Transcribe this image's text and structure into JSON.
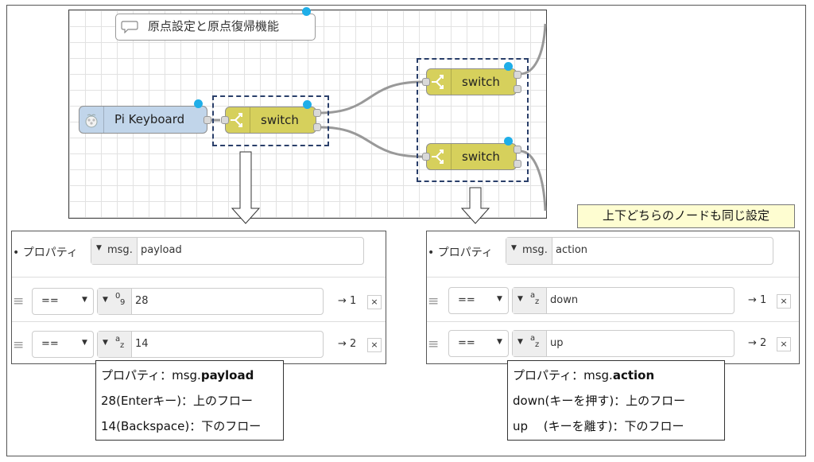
{
  "flow": {
    "comment": "原点設定と原点復帰機能",
    "input_node_label": "Pi Keyboard",
    "switch_label": "switch"
  },
  "callout": "上下どちらのノードも同じ設定",
  "left_panel": {
    "property_label": "プロパティ",
    "msg_prefix": "msg.",
    "property_value": "payload",
    "rules": [
      {
        "op": "==",
        "type_glyph": "0",
        "type_sub": "9",
        "value": "28",
        "output": "→ 1"
      },
      {
        "op": "==",
        "type_glyph": "a",
        "type_sub": "z",
        "value": "14",
        "output": "→ 2"
      }
    ],
    "note": {
      "line1_prefix": "プロパティ：msg.",
      "line1_bold": "payload",
      "line2": "28(Enterキー)：上のフロー",
      "line3": "14(Backspace)：下のフロー"
    }
  },
  "right_panel": {
    "property_label": "プロパティ",
    "msg_prefix": "msg.",
    "property_value": "action",
    "rules": [
      {
        "op": "==",
        "type_glyph": "a",
        "type_sub": "z",
        "value": "down",
        "output": "→ 1"
      },
      {
        "op": "==",
        "type_glyph": "a",
        "type_sub": "z",
        "value": "up",
        "output": "→ 2"
      }
    ],
    "note": {
      "line1_prefix": "プロパティ：msg.",
      "line1_bold": "action",
      "line2": "down(キーを押す)：上のフロー",
      "line3": "up　 (キーを離す)：下のフロー"
    }
  },
  "icons": {
    "delete": "×",
    "dropdown": "▼",
    "drag": "≡"
  }
}
